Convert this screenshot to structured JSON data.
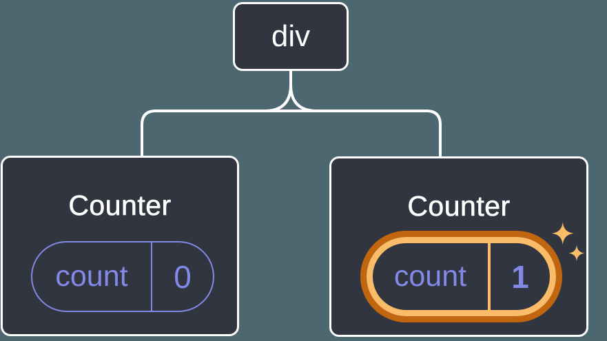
{
  "diagram": {
    "root": {
      "label": "div"
    },
    "children": [
      {
        "title": "Counter",
        "state": {
          "name": "count",
          "value": "0"
        },
        "highlighted": false
      },
      {
        "title": "Counter",
        "state": {
          "name": "count",
          "value": "1"
        },
        "highlighted": true
      }
    ]
  },
  "colors": {
    "bg": "#4D6770",
    "box": "#30353F",
    "line": "#FFFFFF",
    "purple": "#8289E6",
    "orange-light": "#FBBC69",
    "orange-dark": "#C1650F"
  },
  "icons": {
    "sparkles": "sparkles-icon"
  }
}
